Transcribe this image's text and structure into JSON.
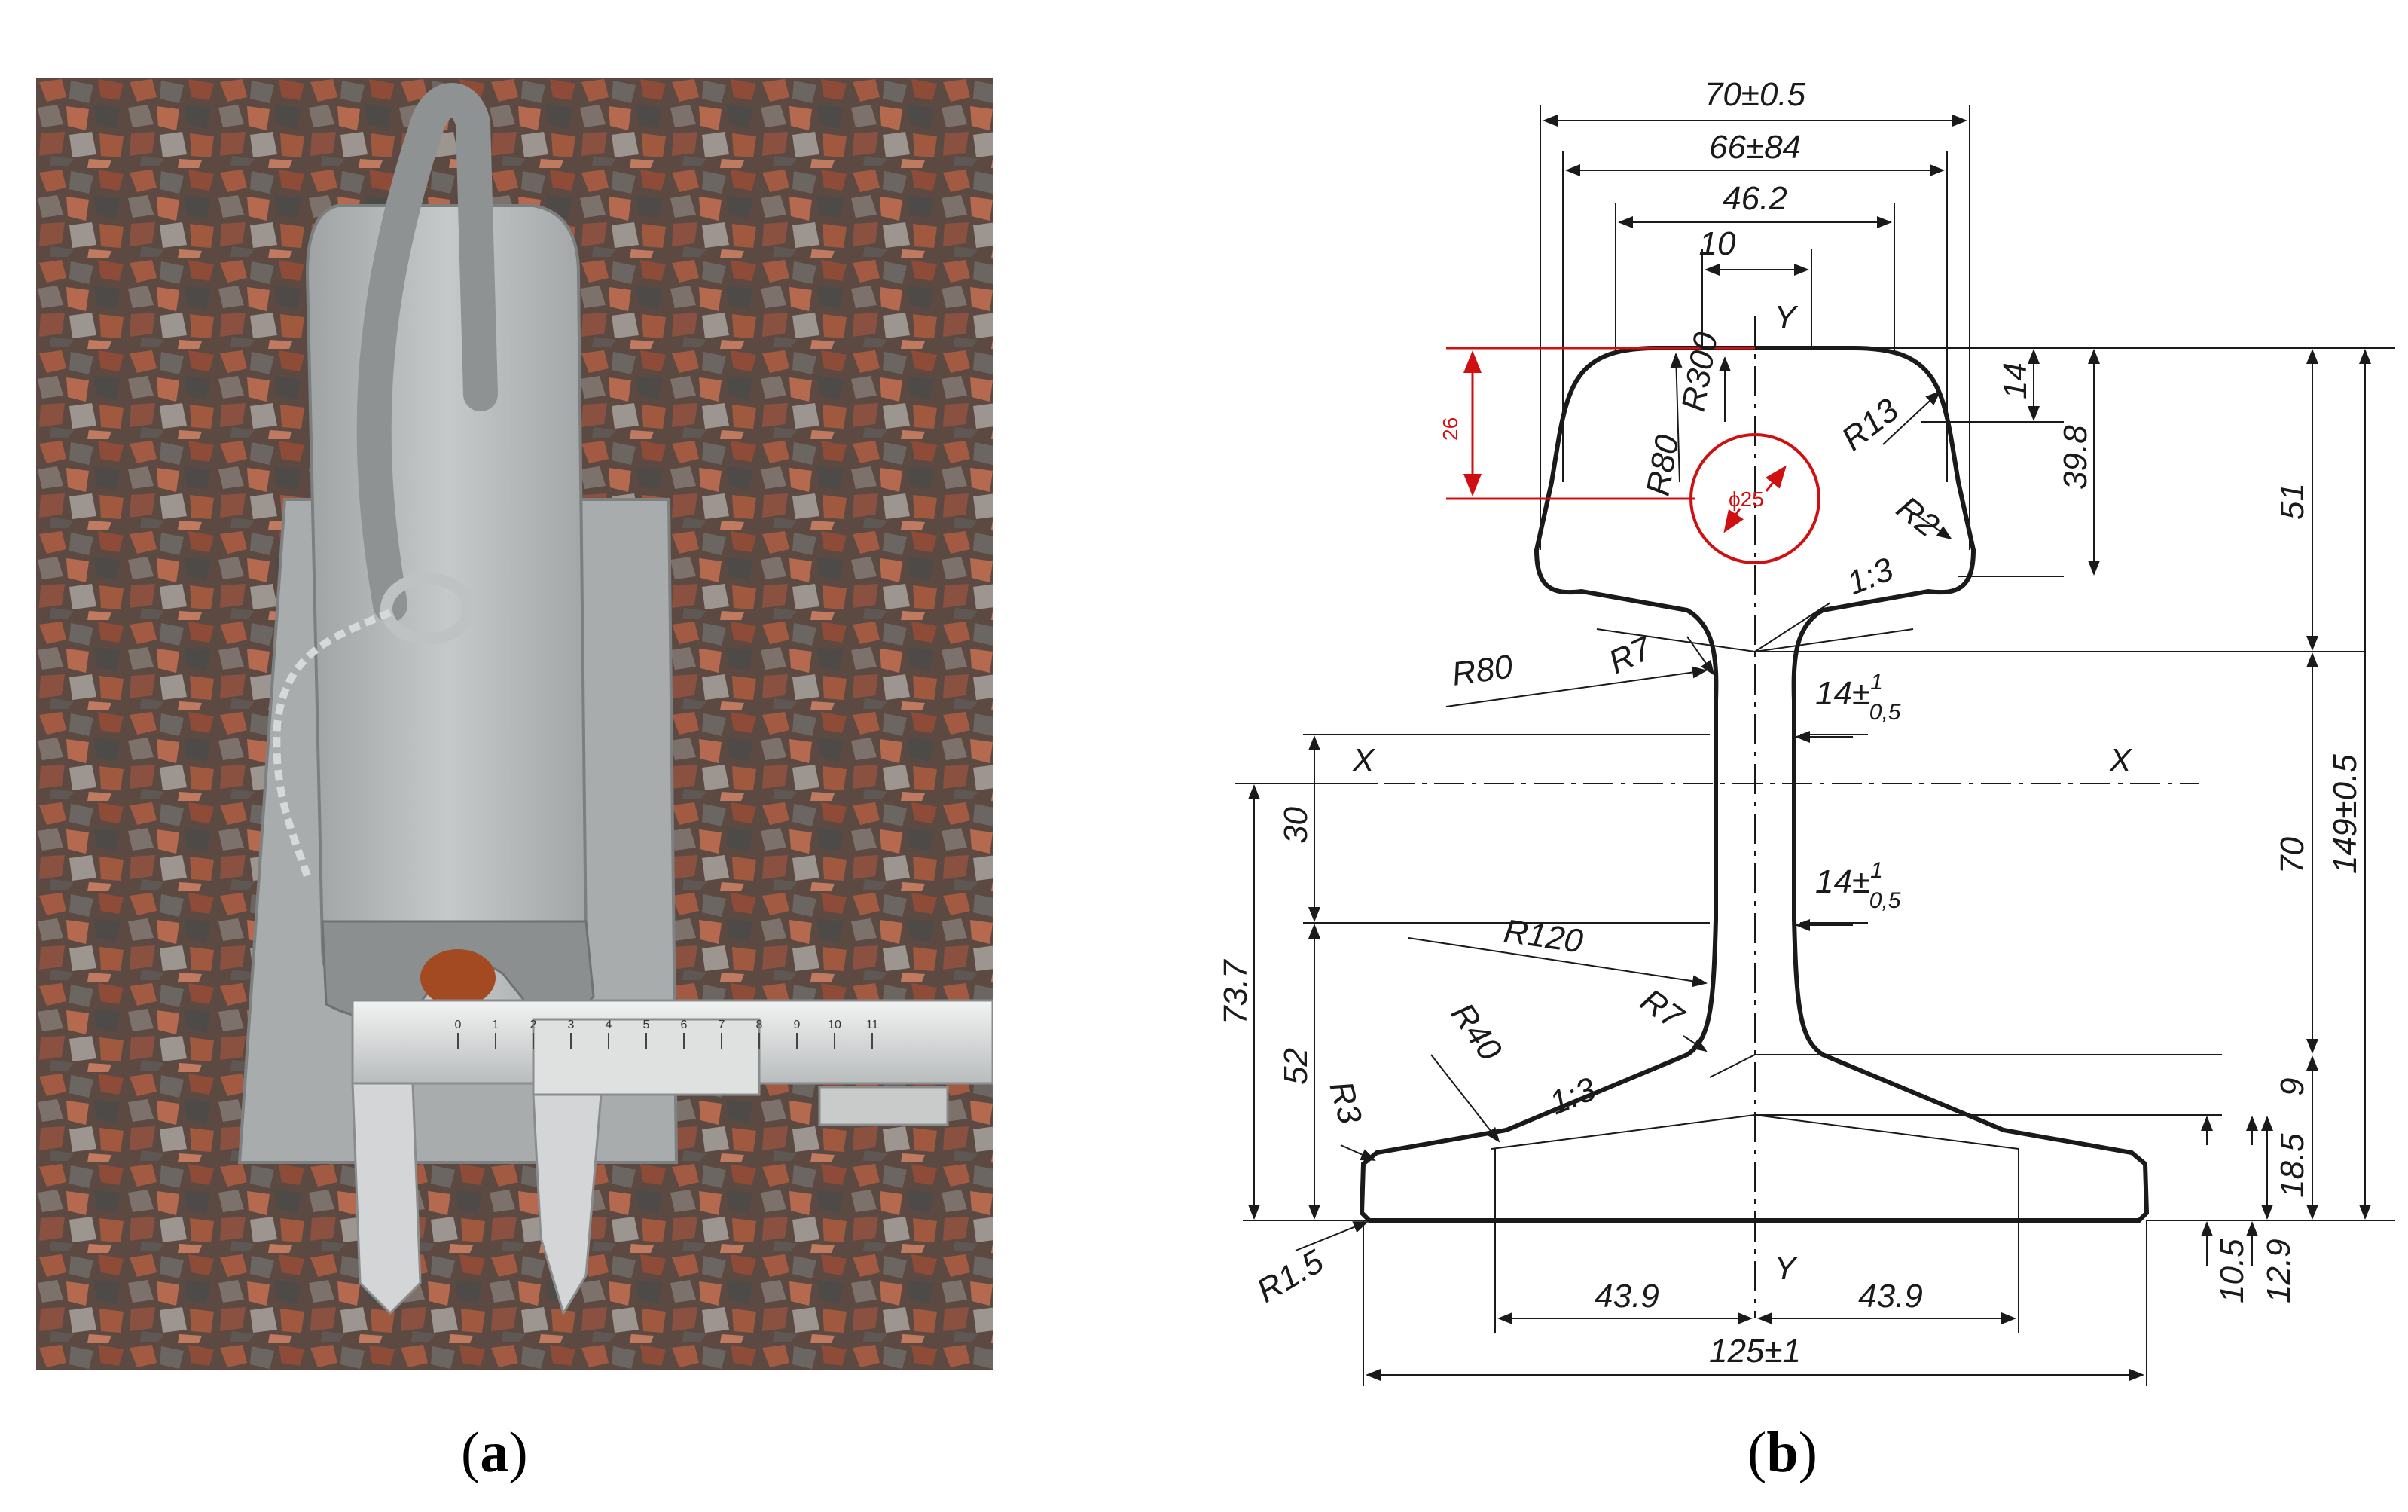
{
  "captions": {
    "a": "a",
    "b": "b"
  },
  "photo": {
    "scene": "photo",
    "colors": {
      "ballast_red": "#a35a42",
      "ballast_grey": "#6b6661",
      "steel": "#b9bcbc",
      "rust": "#a44a22"
    },
    "caliper_scale": [
      "0",
      "1",
      "2",
      "3",
      "4",
      "5",
      "6",
      "7",
      "8",
      "9",
      "10",
      "11"
    ]
  },
  "drawing": {
    "colors": {
      "line": "#1a1a1a",
      "highlight": "#d01010"
    },
    "axes": {
      "y_top": "Y",
      "y_bottom": "Y",
      "x_left": "X",
      "x_right": "X"
    },
    "dims": {
      "head_width": "70±0.5",
      "head_width2": "66±84",
      "head_width3": "46.2",
      "crown_width": "10",
      "head_depth_14": "14",
      "head_depth_39_8": "39.8",
      "head_51": "51",
      "web_70": "70",
      "height_total": "149±0.5",
      "base_9": "9",
      "base_18_5": "18.5",
      "base_10_5": "10.5",
      "base_12_9": "12.9",
      "left_73_7": "73.7",
      "left_52": "52",
      "left_30": "30",
      "foot_43_9_left": "43.9",
      "foot_43_9_right": "43.9",
      "foot_width": "125±1",
      "web_thickness_main": "14±",
      "web_thickness_sup": "1",
      "web_thickness_sub": "0,5",
      "slope_head": "1:3",
      "slope_foot": "1:3"
    },
    "radii": {
      "r300": "R300",
      "r80_head": "R80",
      "r13": "R13",
      "r2": "R2",
      "r7_top": "R7",
      "r80_web": "R80",
      "r120": "R120",
      "r7_bottom": "R7",
      "r40": "R40",
      "r3": "R3",
      "r1_5": "R1.5"
    },
    "highlight": {
      "hole": "ϕ25",
      "depth": "26"
    }
  }
}
